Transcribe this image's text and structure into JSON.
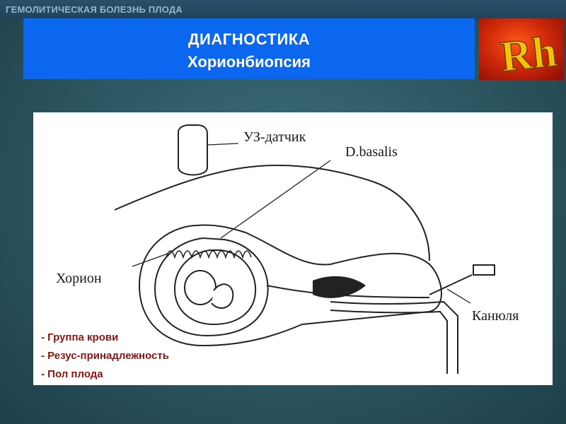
{
  "header": {
    "top_title": "ГЕМОЛИТИЧЕСКАЯ БОЛЕЗНЬ ПЛОДА",
    "title": "ДИАГНОСТИКА",
    "subtitle": "Хорионбиопсия",
    "logo_text": "Rh"
  },
  "figure": {
    "labels": {
      "probe": "УЗ-датчик",
      "basalis": "D.basalis",
      "chorion": "Хорион",
      "cannula": "Канюля"
    }
  },
  "info_list": [
    "- Группа крови",
    "- Резус-принадлежность",
    "- Пол плода"
  ],
  "colors": {
    "background": "#2c5661",
    "title_band": "#0b66f0",
    "logo": "#d12a0a",
    "list_text": "#8b1515"
  }
}
